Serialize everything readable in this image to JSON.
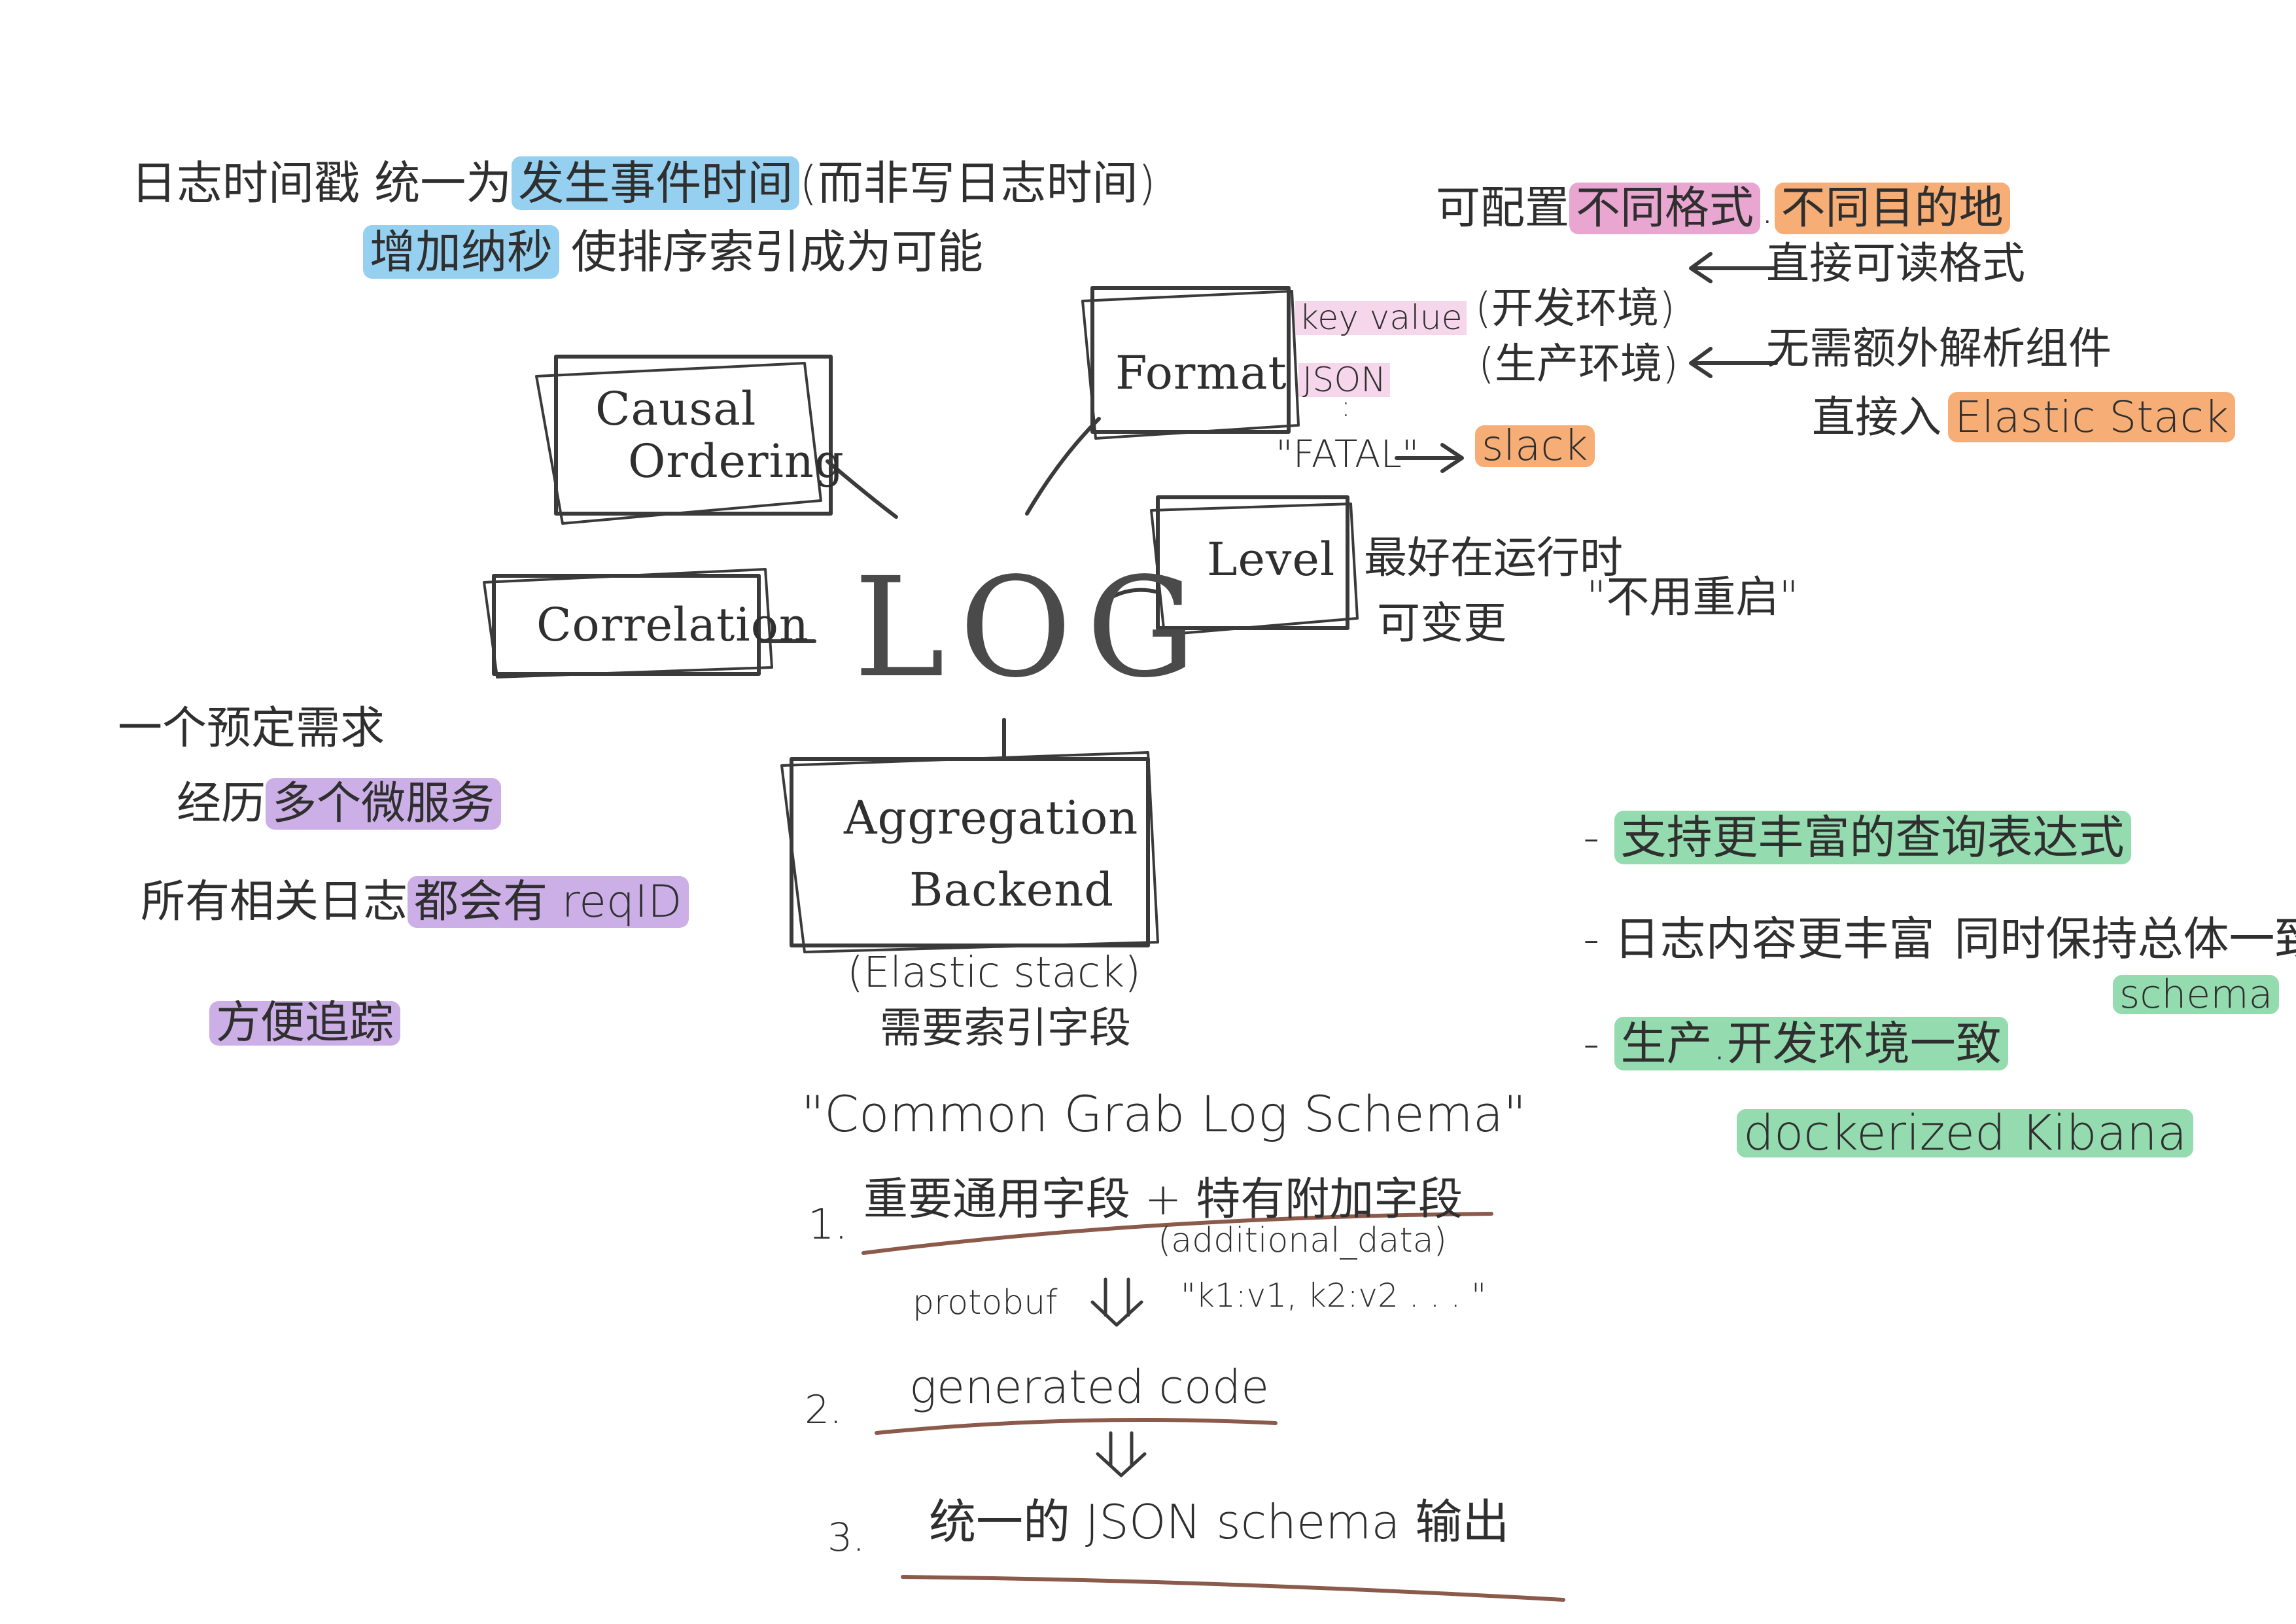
{
  "colors": {
    "ink": "#2f2f2f",
    "highlight_blue": "#40aae6",
    "highlight_pink": "#d65caa",
    "highlight_orange": "#f48c3c",
    "highlight_purple": "#a06ed2",
    "highlight_green": "#3cbe6e",
    "underline_brown": "#8b5a4a"
  },
  "center": {
    "label": "LOG"
  },
  "nodes": {
    "causal_ordering": {
      "line1": "Causal",
      "line2": "Ordering"
    },
    "correlation": {
      "label": "Correlation"
    },
    "format": {
      "label": "Format"
    },
    "level": {
      "label": "Level"
    },
    "aggregation": {
      "line1": "Aggregation",
      "line2": "Backend"
    }
  },
  "timestamp_note": {
    "line1_pre": "日志时间戳 统一为",
    "line1_hl": "发生事件时间",
    "line1_post": "(而非写日志时间)",
    "line2_hl": "增加纳秒",
    "line2_post": "使排序索引成为可能"
  },
  "format_notes": {
    "configurable_pre": "可配置",
    "configurable_hl1": "不同格式",
    "configurable_sep": ".",
    "configurable_hl2": "不同目的地",
    "key_value": "key value",
    "key_value_env": "(开发环境)",
    "key_value_arrow": "←",
    "key_value_note": "直接可读格式",
    "json": "JSON",
    "json_env": "(生产环境)",
    "json_arrow": "←",
    "json_note1": "无需额外解析组件",
    "json_note2_pre": "直接入",
    "json_note2_hl": "Elastic Stack",
    "fatal_dots": ":",
    "fatal": "\"FATAL\"",
    "fatal_arrow": "→",
    "fatal_dest": "slack"
  },
  "level_notes": {
    "line1": "最好在运行时",
    "line2": "可变更",
    "quote": "\"不用重启\""
  },
  "correlation_notes": {
    "line1": "一个预定需求",
    "line2_pre": "经历",
    "line2_hl": "多个微服务",
    "line3_pre": "所有相关日志",
    "line3_hl": "都会有 reqID",
    "line4_hl": "方便追踪"
  },
  "aggregation_notes": {
    "line1": "(Elastic stack)",
    "line2": "需要索引字段"
  },
  "schema": {
    "title": "\"Common Grab Log Schema\"",
    "step1_num": "1.",
    "step1_text": "重要通用字段 + 特有附加字段",
    "step1_sub": "(additional_data)",
    "protobuf": "protobuf",
    "arrow1": "⇓",
    "kv_example": "\"k1:v1, k2:v2 . . . \"",
    "step2_num": "2.",
    "step2_text": "generated code",
    "arrow2": "⇓",
    "step3_num": "3.",
    "step3_text": "统一的 JSON schema 输出"
  },
  "benefits": {
    "item1_pre": "- ",
    "item1_hl": "支持更丰富的查询表达式",
    "item2_pre": "- 日志内容更丰富",
    "item2_post": "同时保持总体一致",
    "item2_hl": "schema",
    "item3_pre": "- ",
    "item3_hl": "生产.开发环境一致",
    "item3_sub_hl": "dockerized Kibana"
  }
}
